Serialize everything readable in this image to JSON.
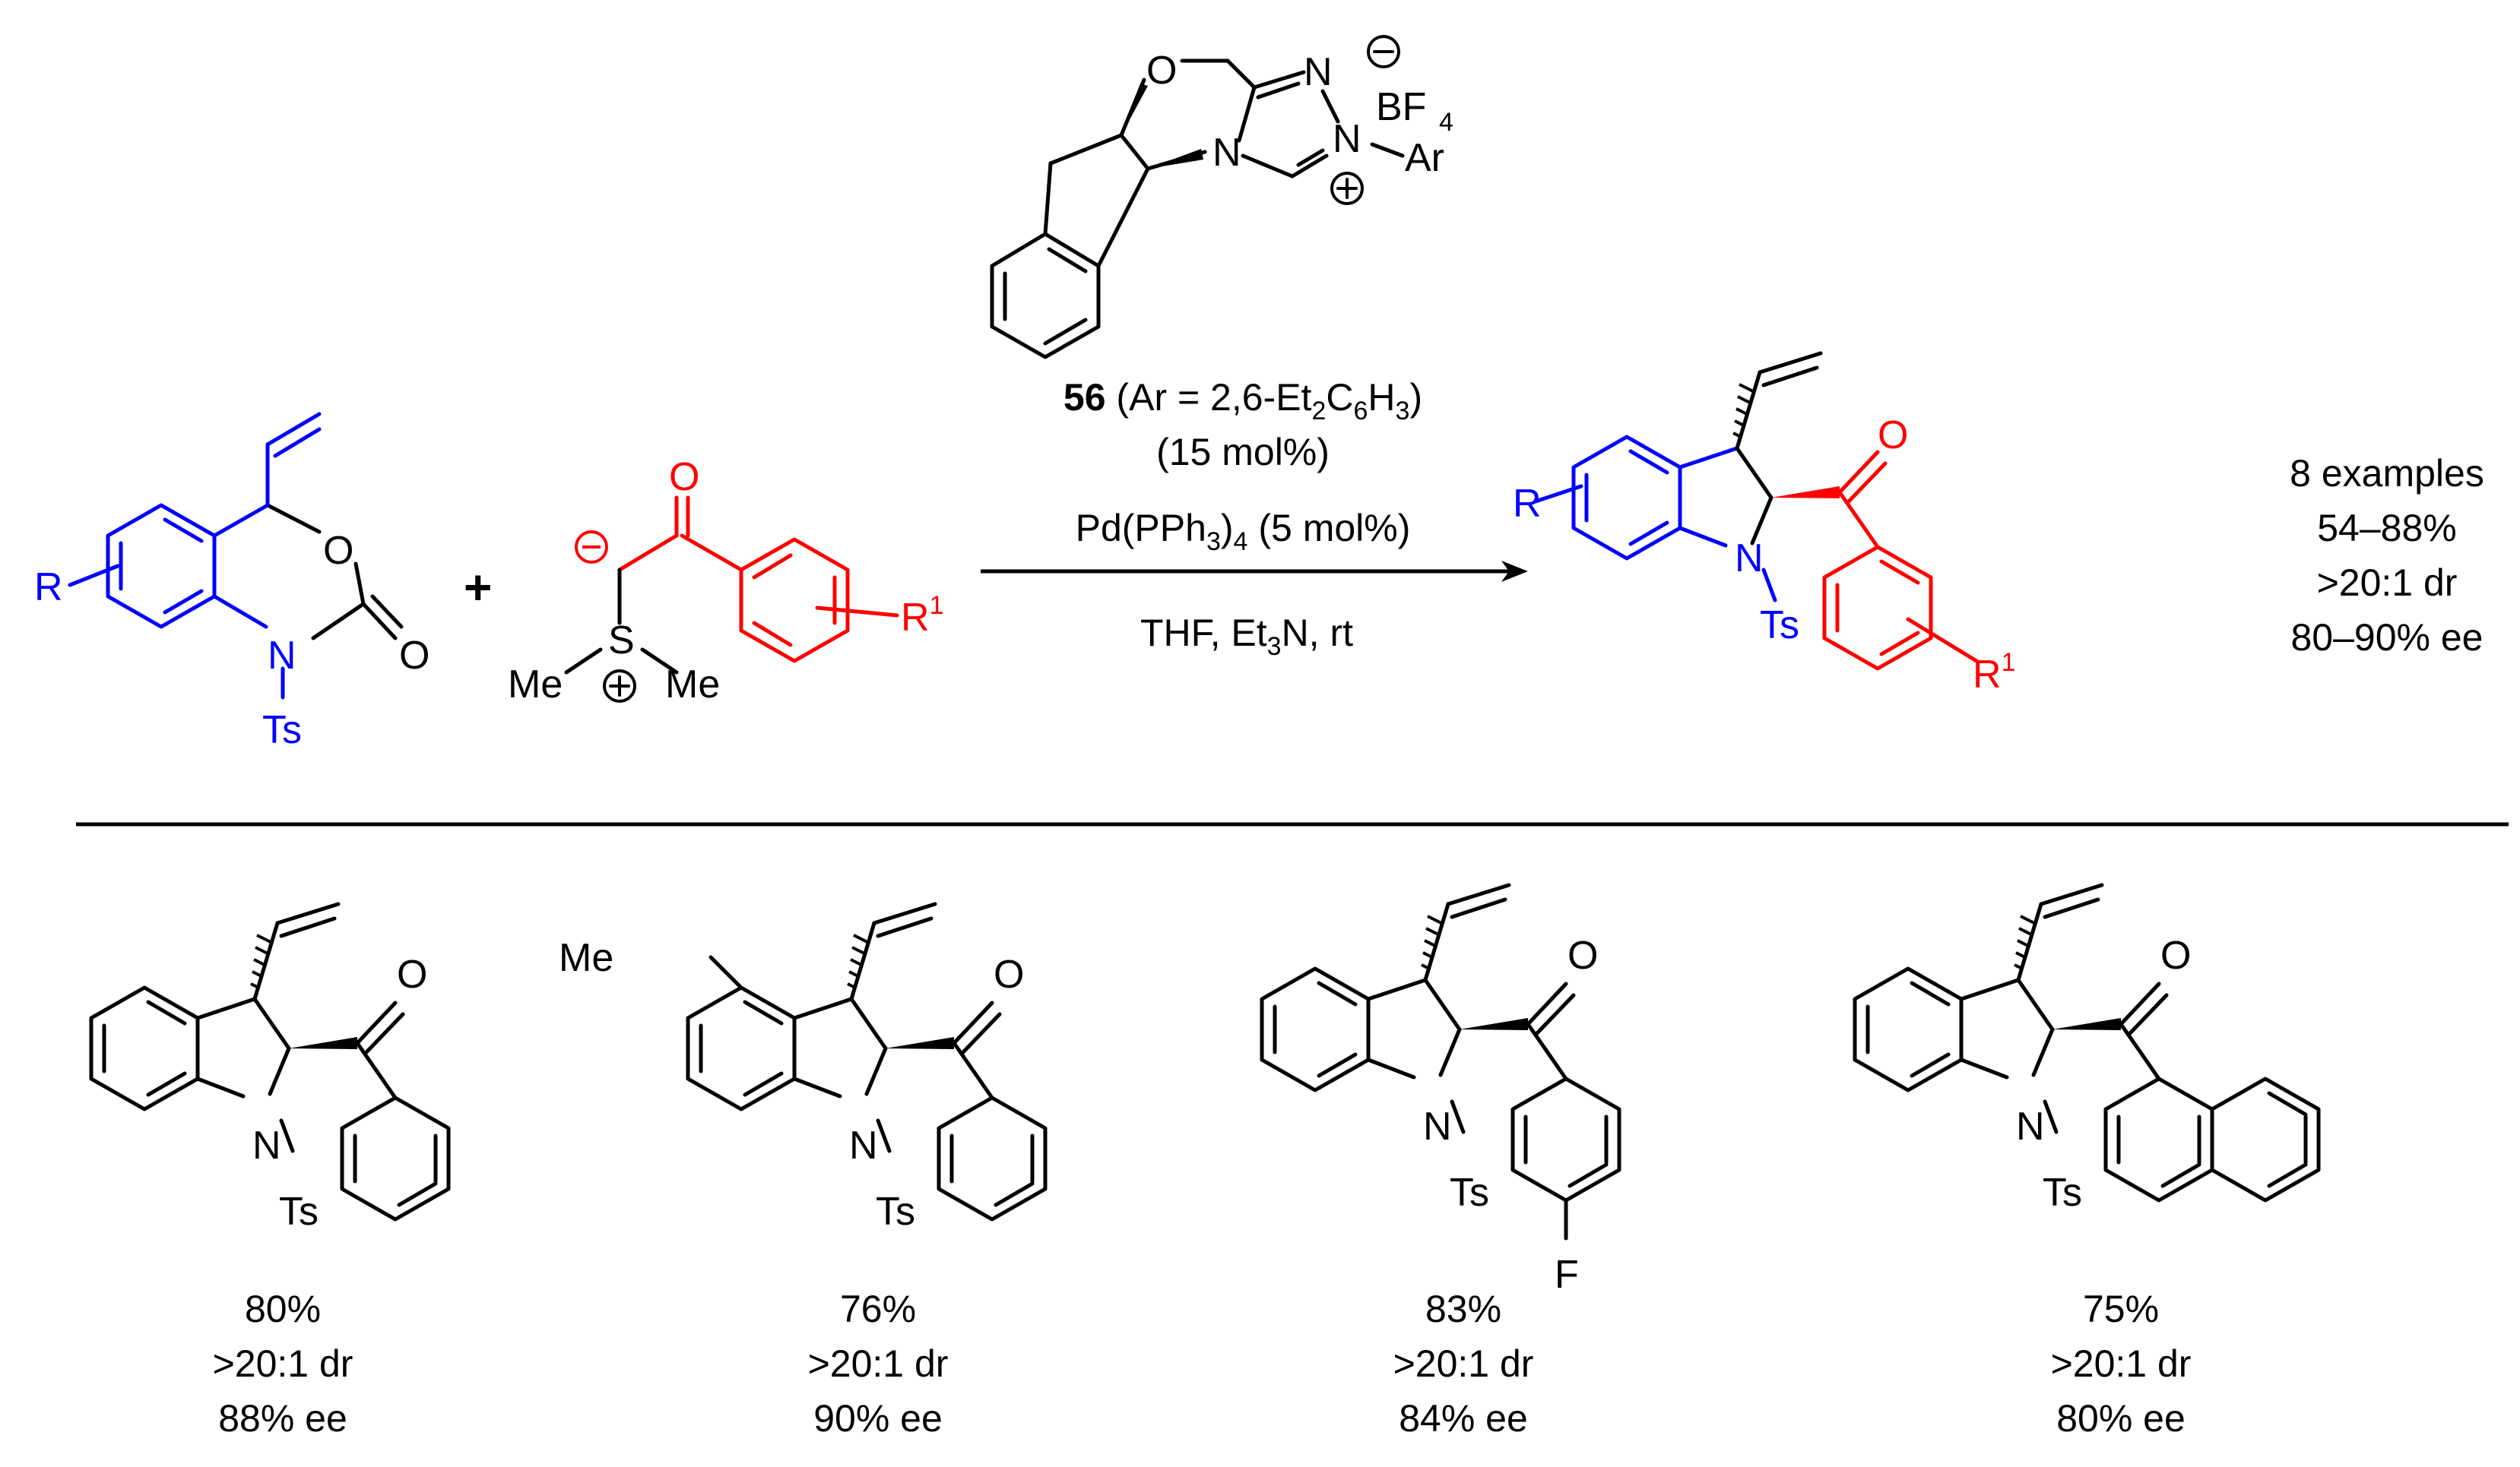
{
  "catalyst": {
    "label_bold": "56",
    "label_ar": "(Ar = 2,6-Et",
    "label_ar_sub1": "2",
    "label_ar_mid": "C",
    "label_ar_sub2": "6",
    "label_ar_h": "H",
    "label_ar_sub3": "3",
    "label_ar_end": ")",
    "loading": "(15 mol%)",
    "anion": "BF",
    "anion_sub": "4",
    "aryl": "Ar"
  },
  "conditions": {
    "pd_pre": "Pd(PPh",
    "pd_sub": "3",
    "pd_post": ")",
    "pd_sub2": "4",
    "pd_loading": " (5 mol%)",
    "solvent_pre": "THF,  Et",
    "solvent_sub": "3",
    "solvent_post": "N,  rt"
  },
  "reagents": {
    "plus": "+",
    "r": "R",
    "r1": "R",
    "r1_sup": "1",
    "ts": "Ts",
    "n": "N",
    "o": "O",
    "s": "S",
    "me": "Me"
  },
  "summary": {
    "examples": "8 examples",
    "yield": "54–88%",
    "dr": ">20:1 dr",
    "ee": "80–90% ee"
  },
  "examples": [
    {
      "yield": "80%",
      "dr": ">20:1 dr",
      "ee": "88% ee",
      "substituent": ""
    },
    {
      "yield": "76%",
      "dr": ">20:1 dr",
      "ee": "90% ee",
      "substituent": "Me"
    },
    {
      "yield": "83%",
      "dr": ">20:1 dr",
      "ee": "84% ee",
      "substituent": "F"
    },
    {
      "yield": "75%",
      "dr": ">20:1 dr",
      "ee": "80% ee",
      "substituent": ""
    }
  ],
  "colors": {
    "indoline_fragment": "#0000ff",
    "ketone_fragment": "#ff0000",
    "default": "#000000"
  }
}
